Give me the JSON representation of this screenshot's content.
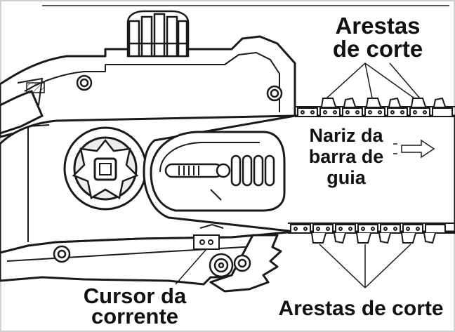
{
  "labels": {
    "cutting_edges_top": [
      "Arestas",
      "de corte"
    ],
    "bar_nose": [
      "Nariz da",
      "barra de",
      "guia"
    ],
    "chain_slider": [
      "Cursor da",
      "corrente"
    ],
    "cutting_edges_bottom": "Arestas de corte"
  },
  "colors": {
    "line": "#1a1a1a",
    "fill": "#ffffff",
    "shade": "#e8e8e8"
  },
  "icons": {
    "direction_arrow": "outline-right-arrow"
  }
}
